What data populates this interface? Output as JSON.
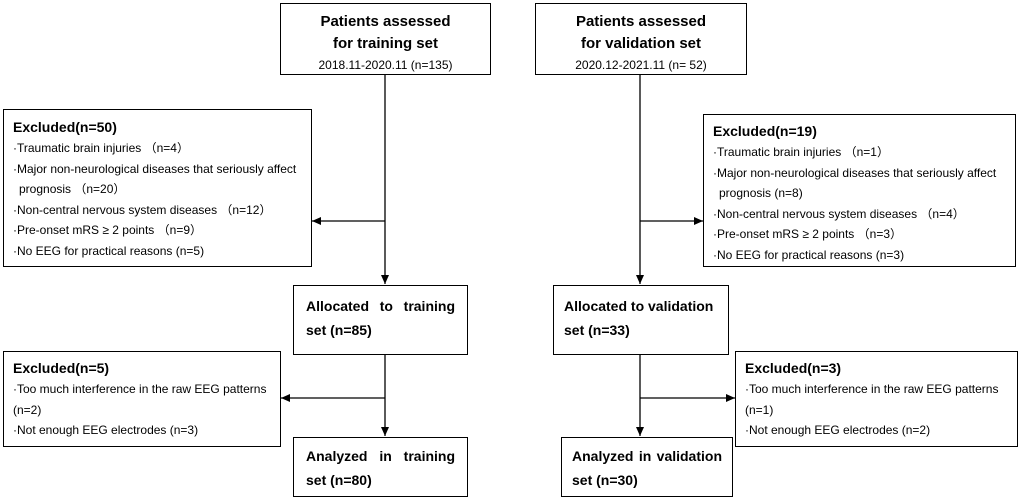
{
  "training": {
    "assessed": {
      "line1": "Patients assessed",
      "line2": "for training set",
      "line3": "2018.11-2020.11 (n=135)"
    },
    "excluded1": {
      "title": "Excluded(n=50)",
      "items": [
        "·Traumatic brain injuries （n=4）",
        "·Major non-neurological diseases that seriously affect",
        "prognosis （n=20）",
        "·Non-central nervous system diseases （n=12）",
        "·Pre-onset mRS ≥ 2 points （n=9）",
        "·No EEG for practical reasons (n=5)"
      ]
    },
    "allocated": {
      "line1": "Allocated to training",
      "line2": "set (n=85)"
    },
    "excluded2": {
      "title": "Excluded(n=5)",
      "items": [
        "·Too much interference in the raw EEG patterns",
        "(n=2)",
        "·Not enough EEG electrodes (n=3)"
      ]
    },
    "analyzed": {
      "line1": "Analyzed in training",
      "line2": "set (n=80)"
    }
  },
  "validation": {
    "assessed": {
      "line1": "Patients assessed",
      "line2": "for validation set",
      "line3": "2020.12-2021.11 (n= 52)"
    },
    "excluded1": {
      "title": "Excluded(n=19)",
      "items": [
        "·Traumatic brain injuries （n=1）",
        "·Major non-neurological diseases that seriously affect",
        "prognosis (n=8)",
        "·Non-central nervous system diseases （n=4）",
        "·Pre-onset mRS ≥ 2 points （n=3）",
        "·No EEG for practical reasons (n=3)"
      ]
    },
    "allocated": {
      "line1": "Allocated to validation",
      "line2": "set (n=33)"
    },
    "excluded2": {
      "title": "Excluded(n=3)",
      "items": [
        "·Too much interference in the raw EEG patterns",
        "(n=1)",
        "·Not enough EEG electrodes (n=2)"
      ]
    },
    "analyzed": {
      "line1": "Analyzed in validation",
      "line2": "set (n=30)"
    }
  }
}
